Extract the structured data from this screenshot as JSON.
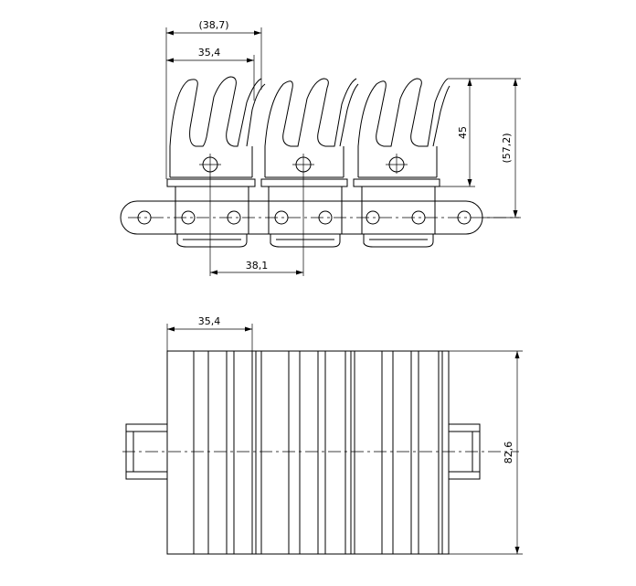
{
  "dimensions": {
    "top_width_outer": "(38,7)",
    "top_width_inner": "35,4",
    "finger_height": "45",
    "total_height": "(57,2)",
    "pitch": "38,1",
    "plan_width": "35,4",
    "plan_length": "82,6"
  }
}
